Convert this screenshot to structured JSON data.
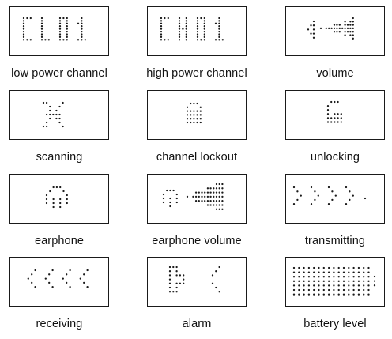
{
  "panels": [
    {
      "label": "low power channel",
      "icon": "low-power-channel-icon"
    },
    {
      "label": "high power channel",
      "icon": "high-power-channel-icon"
    },
    {
      "label": "volume",
      "icon": "volume-icon"
    },
    {
      "label": "scanning",
      "icon": "scanning-icon"
    },
    {
      "label": "channel lockout",
      "icon": "channel-lockout-icon"
    },
    {
      "label": "unlocking",
      "icon": "unlocking-icon"
    },
    {
      "label": "earphone",
      "icon": "earphone-icon"
    },
    {
      "label": "earphone volume",
      "icon": "earphone-volume-icon"
    },
    {
      "label": "transmitting",
      "icon": "transmitting-icon"
    },
    {
      "label": "receiving",
      "icon": "receiving-icon"
    },
    {
      "label": "alarm",
      "icon": "alarm-icon"
    },
    {
      "label": "battery level",
      "icon": "battery-level-icon"
    }
  ],
  "displays": {
    "low_power": "CL01",
    "high_power": "CH01"
  },
  "colors": {
    "dot": "#1a1a1a",
    "border": "#1a1a1a",
    "background": "#ffffff"
  }
}
